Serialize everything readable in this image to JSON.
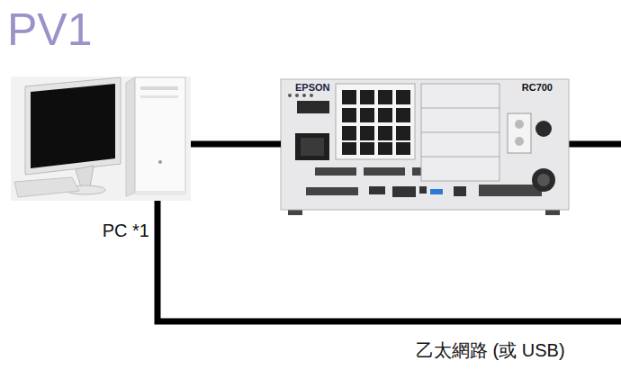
{
  "diagram": {
    "title": "PV1",
    "nodes": [
      {
        "text": [
          "PC *1"
        ]
      },
      {
        "text": [
          "EPSON",
          "RC700"
        ]
      }
    ],
    "edges": [
      {
        "from": 0,
        "to": 1,
        "arrow": "none"
      }
    ],
    "labels": [
      "乙太網路 (或 USB)"
    ]
  }
}
